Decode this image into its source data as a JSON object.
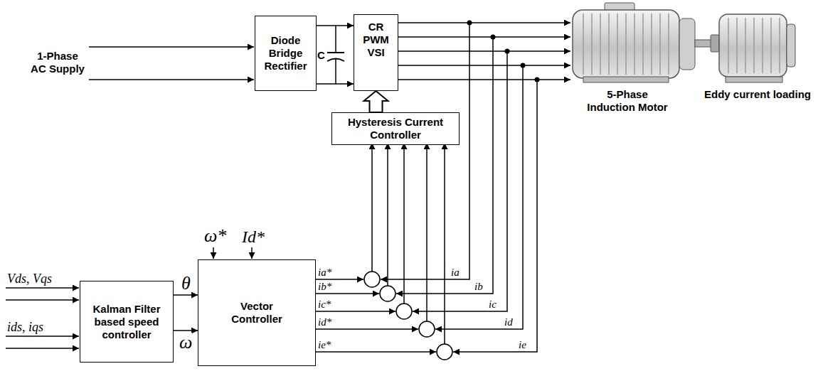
{
  "diagram": {
    "nodes": [
      {
        "text": [
          "Diode Bridge Rectifier"
        ]
      },
      {
        "text": [
          "CR PWM VSI"
        ]
      },
      {
        "text": [
          "Hysteresis Current Controller"
        ]
      },
      {
        "text": [
          "Kalman Filter based speed controller"
        ]
      },
      {
        "text": [
          "Vector Controller"
        ]
      }
    ],
    "edges": [
      {
        "from": 0,
        "to": 1,
        "arrow": "to"
      },
      {
        "from": 0,
        "to": 1,
        "arrow": "to"
      },
      {
        "from": 2,
        "to": 1,
        "arrow": "to"
      },
      {
        "from": 3,
        "to": 4,
        "label": "θ",
        "arrow": "to"
      },
      {
        "from": 3,
        "to": 4,
        "label": "ω",
        "arrow": "to"
      }
    ],
    "labels": [
      "1-Phase AC Supply",
      "C",
      "5-Phase Induction Motor",
      "Eddy current loading",
      "ω*",
      "Id*",
      "ia*",
      "ib*",
      "ic*",
      "id*",
      "ie*",
      "ia",
      "ib",
      "ic",
      "id",
      "ie",
      "Vds, Vqs",
      "ids, iqs"
    ]
  }
}
